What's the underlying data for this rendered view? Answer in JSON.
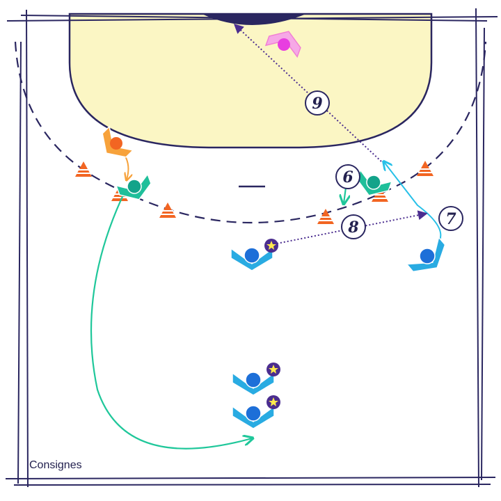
{
  "diagram": {
    "caption": "Consignes",
    "step_labels": [
      "6",
      "7",
      "8",
      "9"
    ],
    "colors": {
      "court_line": "#2a2660",
      "goal_area": "#fbf6c4",
      "cone": "#f26522",
      "player_blue": "#29abe2",
      "player_teal": "#1fbf9a",
      "player_orange": "#f7a23b",
      "player_pink": "#f17fd4",
      "pass_arrow": "#4b2d8f",
      "run_teal": "#1fc79a",
      "run_cyan": "#27c0e8"
    }
  }
}
